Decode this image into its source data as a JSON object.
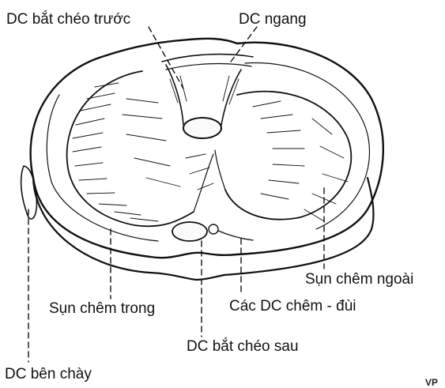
{
  "labels": {
    "acl": "DC bắt chéo trước",
    "transverse": "DC ngang",
    "lateral_meniscus": "Sụn chêm ngoài",
    "medial_meniscus": "Sụn chêm trong",
    "meniscofemoral": "Các DC chêm - đùi",
    "pcl": "DC bắt chéo sau",
    "tibial_collateral": "DC bên chày"
  },
  "corner_mark": "VP",
  "colors": {
    "ink": "#111111",
    "paper": "#ffffff",
    "stone": "#fafafa"
  }
}
